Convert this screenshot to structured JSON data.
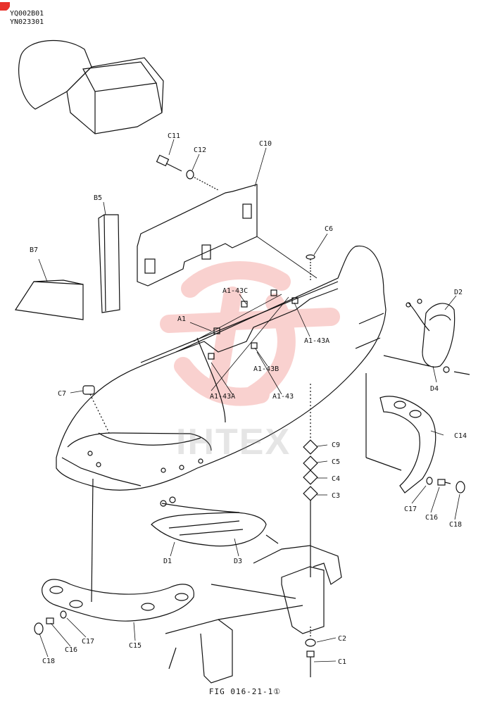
{
  "header": {
    "codes": [
      "YQ002B01",
      "YN023301"
    ]
  },
  "figure_caption": "FIG 016-21-1①",
  "watermark": {
    "text": "IHTEX",
    "color": "#e8322b"
  },
  "callouts": [
    {
      "id": "c11",
      "label": "C11"
    },
    {
      "id": "c12",
      "label": "C12"
    },
    {
      "id": "c10",
      "label": "C10"
    },
    {
      "id": "b5",
      "label": "B5"
    },
    {
      "id": "b7",
      "label": "B7"
    },
    {
      "id": "c6",
      "label": "C6"
    },
    {
      "id": "a143c",
      "label": "A1-43C"
    },
    {
      "id": "a1",
      "label": "A1"
    },
    {
      "id": "d2",
      "label": "D2"
    },
    {
      "id": "a143a_r",
      "label": "A1-43A"
    },
    {
      "id": "a143b",
      "label": "A1-43B"
    },
    {
      "id": "c7",
      "label": "C7"
    },
    {
      "id": "a143a_l",
      "label": "A1-43A"
    },
    {
      "id": "a143",
      "label": "A1-43"
    },
    {
      "id": "d4",
      "label": "D4"
    },
    {
      "id": "c9",
      "label": "C9"
    },
    {
      "id": "c14",
      "label": "C14"
    },
    {
      "id": "c5",
      "label": "C5"
    },
    {
      "id": "c4",
      "label": "C4"
    },
    {
      "id": "c3",
      "label": "C3"
    },
    {
      "id": "c17_r",
      "label": "C17"
    },
    {
      "id": "c16_r",
      "label": "C16"
    },
    {
      "id": "c18_r",
      "label": "C18"
    },
    {
      "id": "d1",
      "label": "D1"
    },
    {
      "id": "d3",
      "label": "D3"
    },
    {
      "id": "c17_l",
      "label": "C17"
    },
    {
      "id": "c15",
      "label": "C15"
    },
    {
      "id": "c16_l",
      "label": "C16"
    },
    {
      "id": "c18_l",
      "label": "C18"
    },
    {
      "id": "c2",
      "label": "C2"
    },
    {
      "id": "c1",
      "label": "C1"
    }
  ]
}
